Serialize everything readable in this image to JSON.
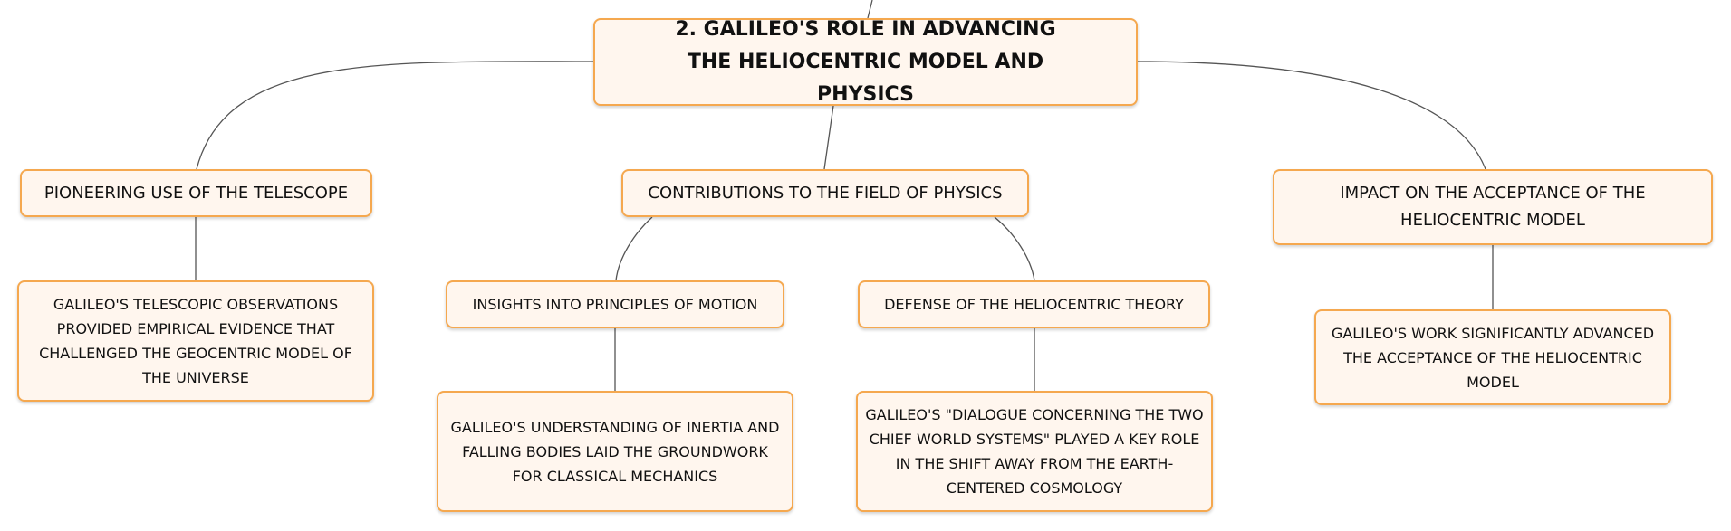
{
  "root": {
    "title": "2. GALILEO'S ROLE IN ADVANCING THE HELIOCENTRIC MODEL AND PHYSICS"
  },
  "branches": {
    "telescope": {
      "label": "PIONEERING USE OF THE TELESCOPE",
      "detail": "GALILEO'S TELESCOPIC OBSERVATIONS PROVIDED EMPIRICAL EVIDENCE THAT CHALLENGED THE GEOCENTRIC MODEL OF THE UNIVERSE"
    },
    "physics": {
      "label": "CONTRIBUTIONS TO THE FIELD OF PHYSICS",
      "motion": {
        "label": "INSIGHTS INTO PRINCIPLES OF MOTION",
        "detail": "GALILEO'S UNDERSTANDING OF INERTIA AND FALLING BODIES LAID THE GROUNDWORK FOR CLASSICAL MECHANICS"
      },
      "defense": {
        "label": "DEFENSE OF THE HELIOCENTRIC THEORY",
        "detail": "GALILEO'S \"DIALOGUE CONCERNING THE TWO CHIEF WORLD SYSTEMS\" PLAYED A KEY ROLE IN THE SHIFT AWAY FROM THE EARTH-CENTERED COSMOLOGY"
      }
    },
    "impact": {
      "label": "IMPACT ON THE ACCEPTANCE OF THE HELIOCENTRIC MODEL",
      "detail": "GALILEO'S WORK SIGNIFICANTLY ADVANCED THE ACCEPTANCE OF THE HELIOCENTRIC MODEL"
    }
  },
  "colors": {
    "border": "#f5a84f",
    "fill": "#fff6ee",
    "connector": "#555555"
  }
}
